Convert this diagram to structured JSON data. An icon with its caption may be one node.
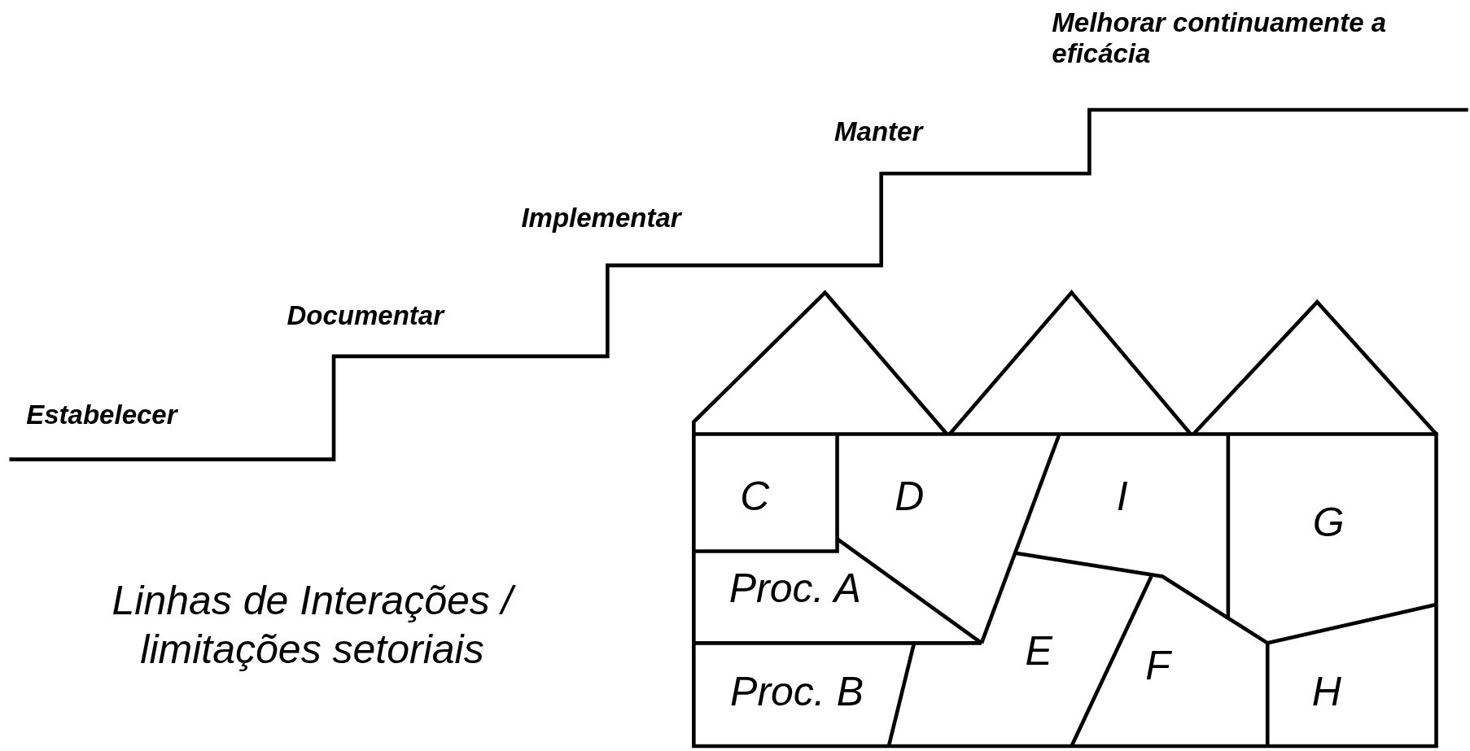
{
  "diagram": {
    "nodes": [
      {
        "text": [
          "C"
        ]
      },
      {
        "text": [
          "D"
        ]
      },
      {
        "text": [
          "I"
        ]
      },
      {
        "text": [
          "G"
        ]
      },
      {
        "text": [
          "Proc. A"
        ]
      },
      {
        "text": [
          "E"
        ]
      },
      {
        "text": [
          "F"
        ]
      },
      {
        "text": [
          "Proc. B"
        ]
      },
      {
        "text": [
          "H"
        ]
      }
    ],
    "labels": [
      "Melhorar continuamente a eficácia",
      "Manter",
      "Implementar",
      "Documentar",
      "Estabelecer",
      "Linhas de Interações / limitações setoriais"
    ]
  }
}
